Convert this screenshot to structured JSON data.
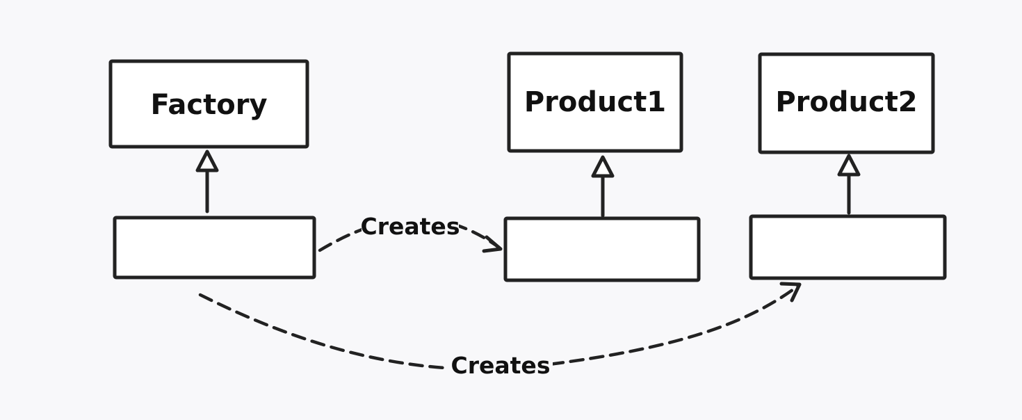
{
  "nodes": {
    "factory": {
      "label": "Factory"
    },
    "product1": {
      "label": "Product1"
    },
    "product2": {
      "label": "Product2"
    },
    "concrete_factory": {
      "label": ""
    },
    "concrete_product1": {
      "label": ""
    },
    "concrete_product2": {
      "label": ""
    }
  },
  "edges": {
    "creates_product1": {
      "label": "Creates",
      "style": "dashed",
      "from": "concrete_factory",
      "to": "concrete_product1"
    },
    "creates_product2": {
      "label": "Creates",
      "style": "dashed",
      "from": "concrete_factory",
      "to": "concrete_product2"
    },
    "inherits_factory": {
      "style": "generalization",
      "from": "concrete_factory",
      "to": "factory"
    },
    "inherits_product1": {
      "style": "generalization",
      "from": "concrete_product1",
      "to": "product1"
    },
    "inherits_product2": {
      "style": "generalization",
      "from": "concrete_product2",
      "to": "product2"
    }
  },
  "colors": {
    "stroke": "#222222",
    "background": "#f8f8fa",
    "box_fill": "#ffffff"
  }
}
